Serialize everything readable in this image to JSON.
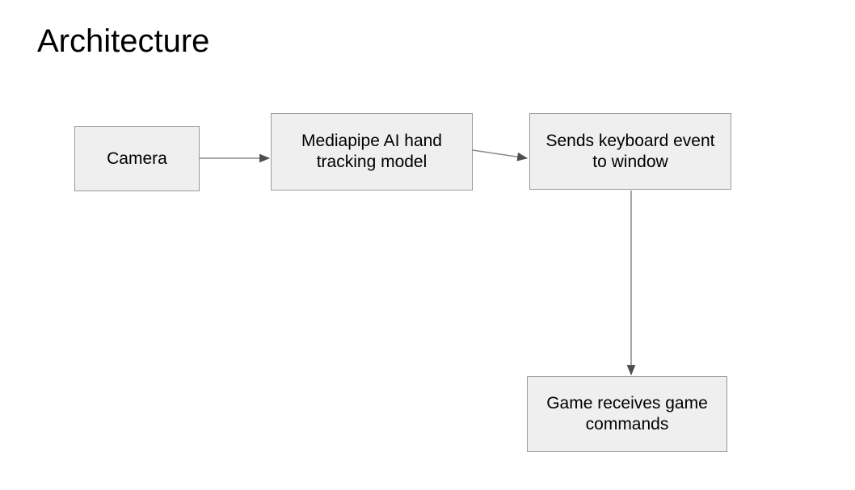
{
  "title": "Architecture",
  "colors": {
    "background": "#ffffff",
    "box_fill": "#efefef",
    "box_border": "#999999",
    "arrow_line": "#888888",
    "arrow_head": "#4d4d4d",
    "text": "#000000"
  },
  "diagram": {
    "nodes": [
      {
        "id": "camera",
        "label": "Camera"
      },
      {
        "id": "mediapipe",
        "label": "Mediapipe AI hand tracking model"
      },
      {
        "id": "keyboard-event",
        "label": "Sends keyboard event to window"
      },
      {
        "id": "game",
        "label": "Game receives game commands"
      }
    ],
    "edges": [
      {
        "from": "camera",
        "to": "mediapipe"
      },
      {
        "from": "mediapipe",
        "to": "keyboard-event"
      },
      {
        "from": "keyboard-event",
        "to": "game"
      }
    ]
  }
}
